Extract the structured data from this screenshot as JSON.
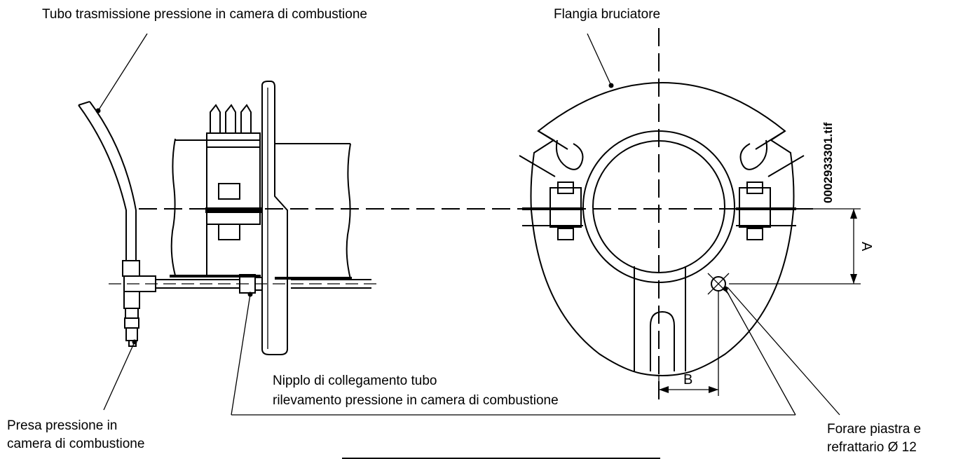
{
  "labels": {
    "pressure_tube": "Tubo trasmissione pressione in camera di combustione",
    "burner_flange": "Flangia bruciatore",
    "nipple_line1": "Nipplo di collegamento tubo",
    "nipple_line2": "rilevamento pressione in camera di combustione",
    "pressure_tap_line1": "Presa pressione in",
    "pressure_tap_line2": "camera di combustione",
    "drill_line1": "Forare piastra e",
    "drill_line2": "refrattario Ø 12",
    "file_id": "0002933301.tif",
    "dim_a": "A",
    "dim_b": "B"
  }
}
